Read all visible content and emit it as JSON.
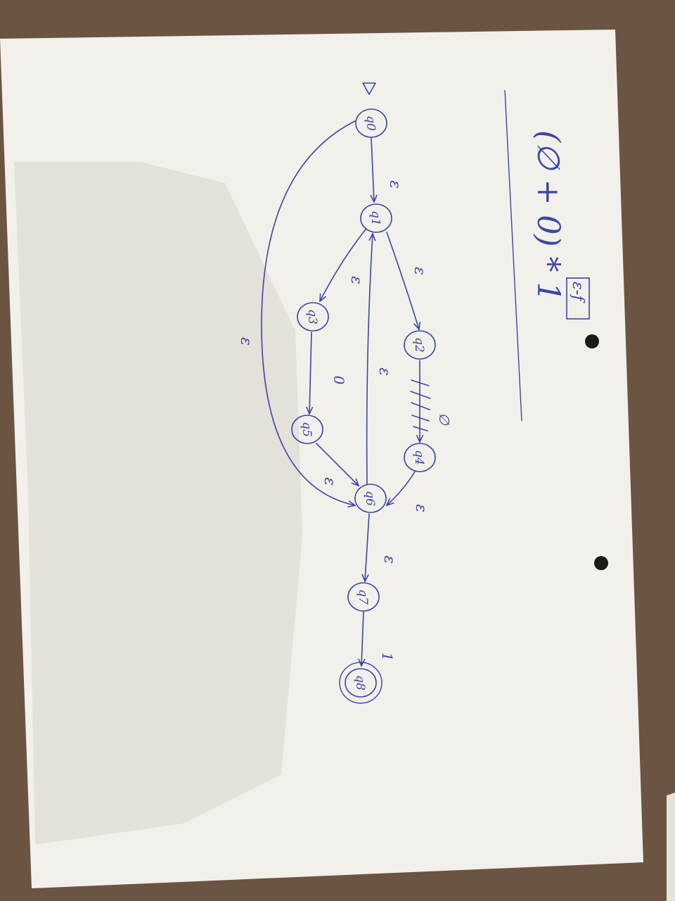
{
  "paper": {
    "color": "#f2f0ea",
    "ink_color": "#3c46a8",
    "background": "#6b5442"
  },
  "header": {
    "regex": "(∅ + 0) * 1",
    "boxed_note": "ε-f"
  },
  "diagram": {
    "type": "epsilon-NFA",
    "start_state": "q0",
    "accept_states": [
      "q8"
    ],
    "states": [
      {
        "id": "q0",
        "label": "q0"
      },
      {
        "id": "q1",
        "label": "q1"
      },
      {
        "id": "q2",
        "label": "q2"
      },
      {
        "id": "q3",
        "label": "q3"
      },
      {
        "id": "q4",
        "label": "q4"
      },
      {
        "id": "q5",
        "label": "q5"
      },
      {
        "id": "q6",
        "label": "q6"
      },
      {
        "id": "q7",
        "label": "q7"
      },
      {
        "id": "q8",
        "label": "q8"
      }
    ],
    "transitions": [
      {
        "from": "q0",
        "to": "q1",
        "label": "ε"
      },
      {
        "from": "q1",
        "to": "q2",
        "label": "ε"
      },
      {
        "from": "q1",
        "to": "q3",
        "label": "ε"
      },
      {
        "from": "q2",
        "to": "q4",
        "label": "∅",
        "crossed_out": true
      },
      {
        "from": "q3",
        "to": "q5",
        "label": "0"
      },
      {
        "from": "q4",
        "to": "q6",
        "label": "ε"
      },
      {
        "from": "q5",
        "to": "q6",
        "label": "ε"
      },
      {
        "from": "q6",
        "to": "q1",
        "label": "ε"
      },
      {
        "from": "q0",
        "to": "q6",
        "label": "ε"
      },
      {
        "from": "q6",
        "to": "q7",
        "label": "ε"
      },
      {
        "from": "q7",
        "to": "q8",
        "label": "1"
      }
    ]
  }
}
